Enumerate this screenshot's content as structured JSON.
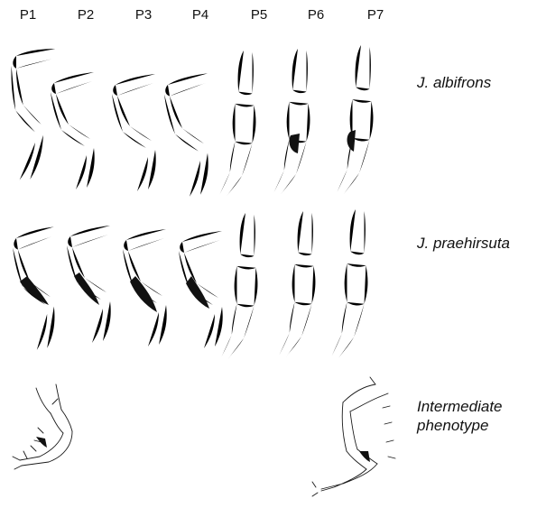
{
  "columns": [
    "P1",
    "P2",
    "P3",
    "P4",
    "P5",
    "P6",
    "P7"
  ],
  "rows": [
    {
      "lines": [
        "J. albifrons"
      ]
    },
    {
      "lines": [
        "J. praehirsuta"
      ]
    },
    {
      "lines": [
        "Intermediate",
        "phenotype"
      ]
    }
  ]
}
